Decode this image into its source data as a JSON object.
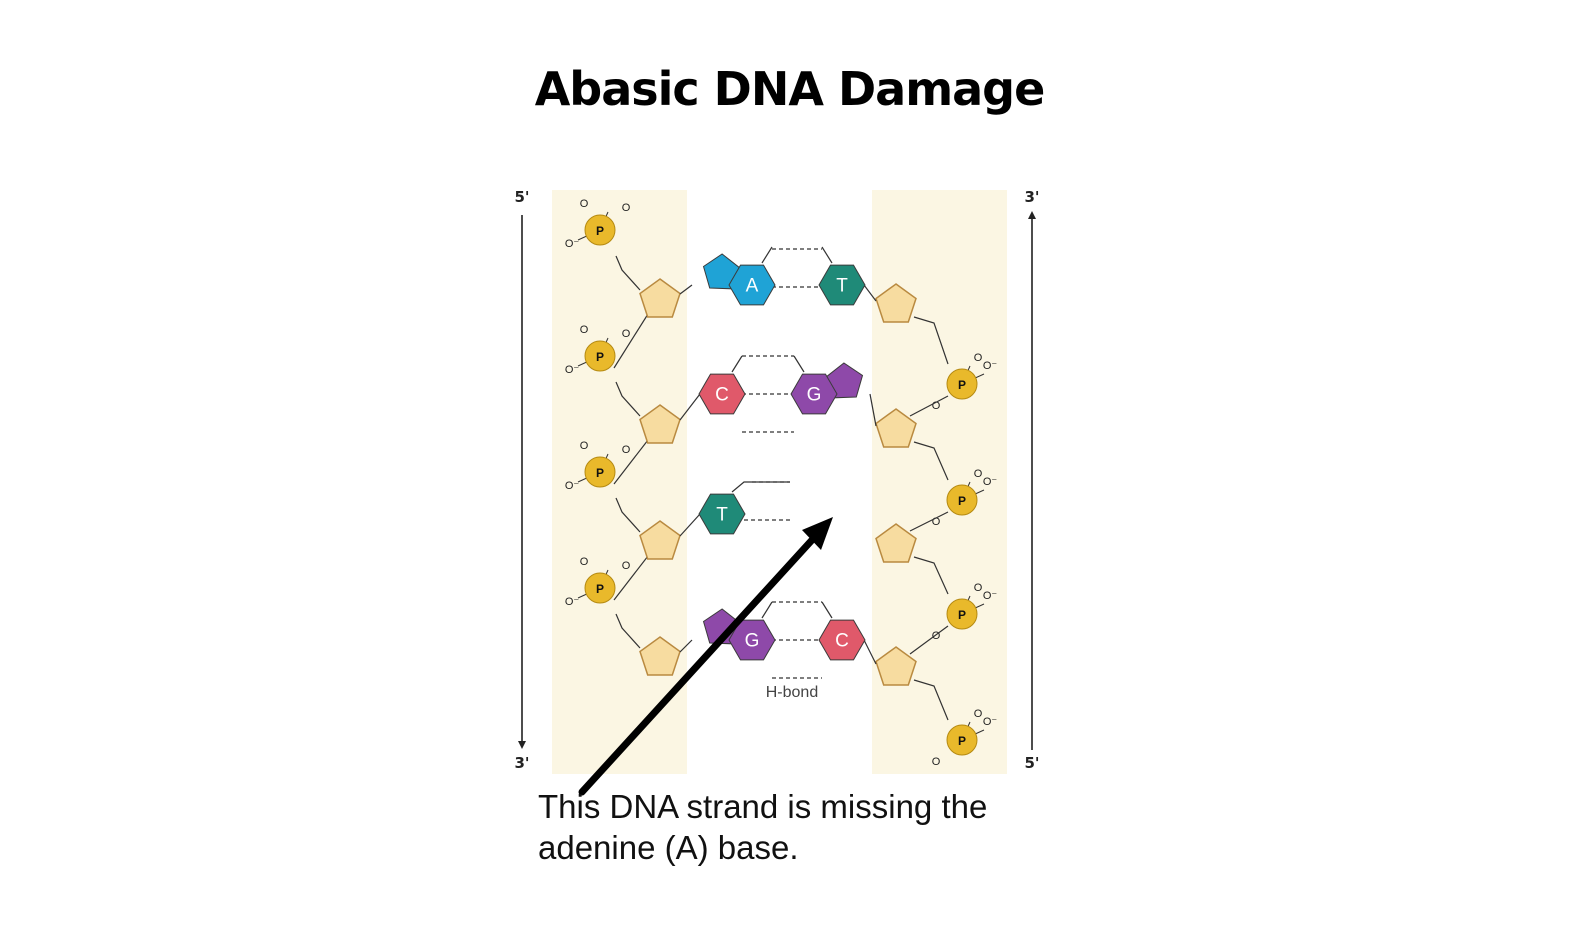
{
  "title": "Abasic DNA Damage",
  "strand_labels": {
    "left_top": "5'",
    "left_bottom": "3'",
    "right_top": "3'",
    "right_bottom": "5'"
  },
  "base_pairs": [
    {
      "left": "A",
      "right": "T",
      "left_type": "purine",
      "right_type": "pyrimidine"
    },
    {
      "left": "C",
      "right": "G",
      "left_type": "pyrimidine",
      "right_type": "purine"
    },
    {
      "left": "T",
      "right": "",
      "left_type": "pyrimidine",
      "right_type": "missing"
    },
    {
      "left": "G",
      "right": "C",
      "left_type": "purine",
      "right_type": "pyrimidine"
    }
  ],
  "phosphate_label": "P",
  "oxygen_label": "O",
  "oxygen_minus_label": "O⁻",
  "hbond_label": "H-bond",
  "caption": {
    "line1": "This DNA strand is missing the",
    "line2": "adenine (A) base."
  },
  "colors": {
    "backbone_band": "#fbf6e3",
    "sugar": "#f7dca0",
    "sugar_stroke": "#b98a40",
    "phosphate": "#e9b92b",
    "A": "#1fa3d6",
    "T": "#1f8a78",
    "C": "#e0596a",
    "G": "#8e49a9"
  }
}
